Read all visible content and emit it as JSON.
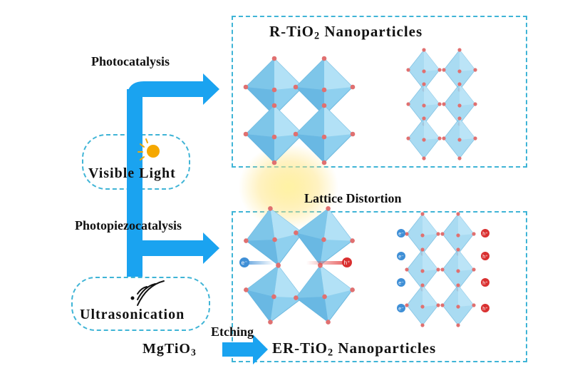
{
  "top_box": {
    "title_main": "R-TiO",
    "title_sub": "2",
    "title_end": " Nanoparticles"
  },
  "bottom_box_title": "Lattice Distortion",
  "arrows": {
    "upper_label": "Photocatalysis",
    "lower_label": "Photopiezocatalysis",
    "etching_label": "Etching"
  },
  "inputs": {
    "visible_light": "Visible Light",
    "ultrasonication": "Ultrasonication"
  },
  "precursor": {
    "main": "MgTiO",
    "sub": "3"
  },
  "product": {
    "main": "ER-TiO",
    "sub": "2",
    "end": " Nanoparticles"
  },
  "carrier_labels": {
    "electron": "e⁻",
    "hole": "h⁺"
  },
  "colors": {
    "accent_blue": "#1aa3f0",
    "dash_blue": "#3fb4d6",
    "octahedron": "#7ec8ea",
    "oxygen": "#e07070",
    "sun": "#f5a800",
    "hole_red": "#d93030",
    "electron_blue": "#3f8fd6"
  },
  "icons": {
    "sun": "sun-icon",
    "sound_waves": "sound-waves-icon"
  }
}
